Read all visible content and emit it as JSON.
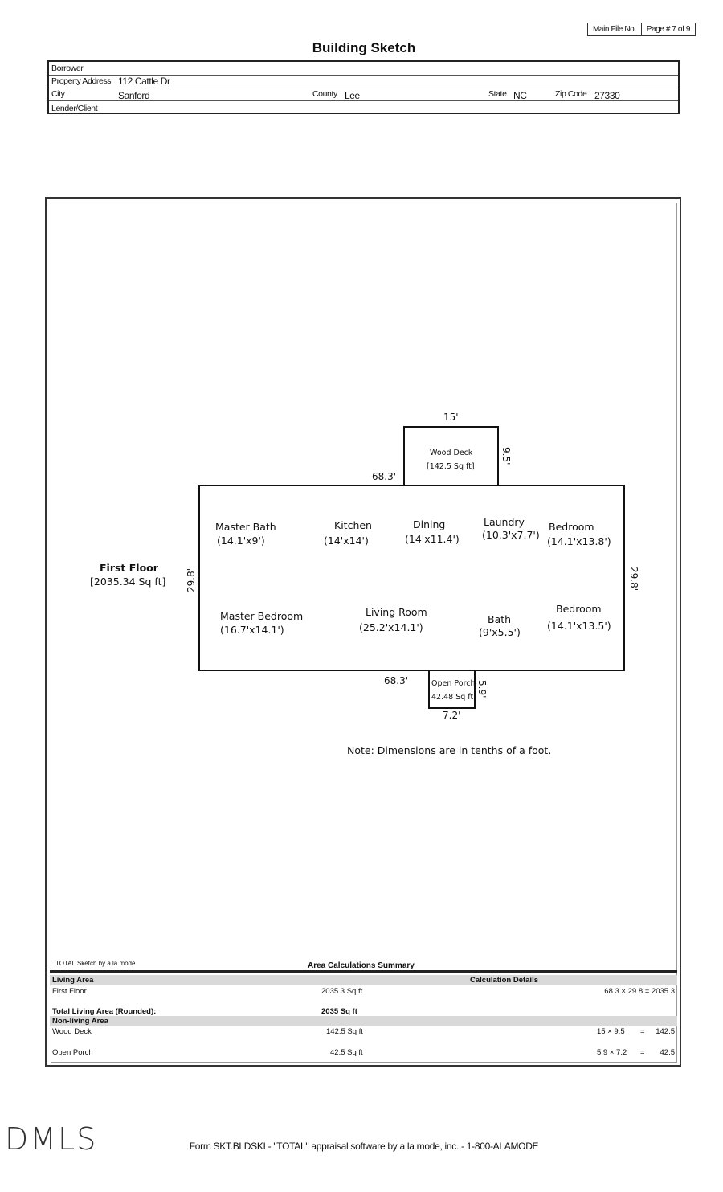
{
  "file_box": {
    "main_file_label": "Main File No.",
    "page_label": "Page # 7 of 9"
  },
  "title": "Building Sketch",
  "header": {
    "borrower_label": "Borrower",
    "address_label": "Property Address",
    "address_value": "112 Cattle Dr",
    "city_label": "City",
    "city_value": "Sanford",
    "county_label": "County",
    "county_value": "Lee",
    "state_label": "State",
    "state_value": "NC",
    "zip_label": "Zip Code",
    "zip_value": "27330",
    "lender_label": "Lender/Client"
  },
  "sketch": {
    "floor_title": "First Floor",
    "floor_area": "[2035.34 Sq ft]",
    "rooms": {
      "master_bath": "Master Bath",
      "master_bath_dim": "(14.1'x9')",
      "kitchen": "Kitchen",
      "kitchen_dim": "(14'x14')",
      "dining": "Dining",
      "dining_dim": "(14'x11.4')",
      "laundry": "Laundry",
      "laundry_dim": "(10.3'x7.7')",
      "bedroom1": "Bedroom",
      "bedroom1_dim": "(14.1'x13.8')",
      "master_bedroom": "Master Bedroom",
      "master_bedroom_dim": "(16.7'x14.1')",
      "living_room": "Living Room",
      "living_room_dim": "(25.2'x14.1')",
      "bath": "Bath",
      "bath_dim": "(9'x5.5')",
      "bedroom2": "Bedroom",
      "bedroom2_dim": "(14.1'x13.5')"
    },
    "deck": {
      "label": "Wood Deck",
      "area": "[142.5 Sq ft]",
      "width": "15'",
      "depth": "9.5'"
    },
    "porch": {
      "label": "Open Porch",
      "area": "42.48 Sq ft]",
      "width": "7.2'",
      "depth": "5.9'"
    },
    "dims": {
      "top": "68.3'",
      "bottom": "68.3'",
      "left": "29.8'",
      "right": "29.8'"
    },
    "note": "Note: Dimensions are in tenths of a foot."
  },
  "summary": {
    "credit": "TOTAL Sketch by a la mode",
    "title": "Area Calculations Summary",
    "living_header": "Living Area",
    "calc_header": "Calculation Details",
    "rows": [
      {
        "name": "First Floor",
        "area": "2035.3 Sq ft",
        "calc": "68.3 × 29.8 = 2035.3"
      }
    ],
    "total_label": "Total Living Area (Rounded):",
    "total_value": "2035 Sq ft",
    "nonliving_header": "Non-living Area",
    "nonliving_rows": [
      {
        "name": "Wood Deck",
        "area": "142.5 Sq ft",
        "calc_a": "15 × 9.5",
        "eq": "=",
        "calc_b": "142.5"
      },
      {
        "name": "Open Porch",
        "area": "42.5 Sq ft",
        "calc_a": "5.9 × 7.2",
        "eq": "=",
        "calc_b": "42.5"
      }
    ]
  },
  "footer": "Form SKT.BLDSKI - \"TOTAL\" appraisal software by a la mode, inc. - 1-800-ALAMODE",
  "logo": "DMLS"
}
